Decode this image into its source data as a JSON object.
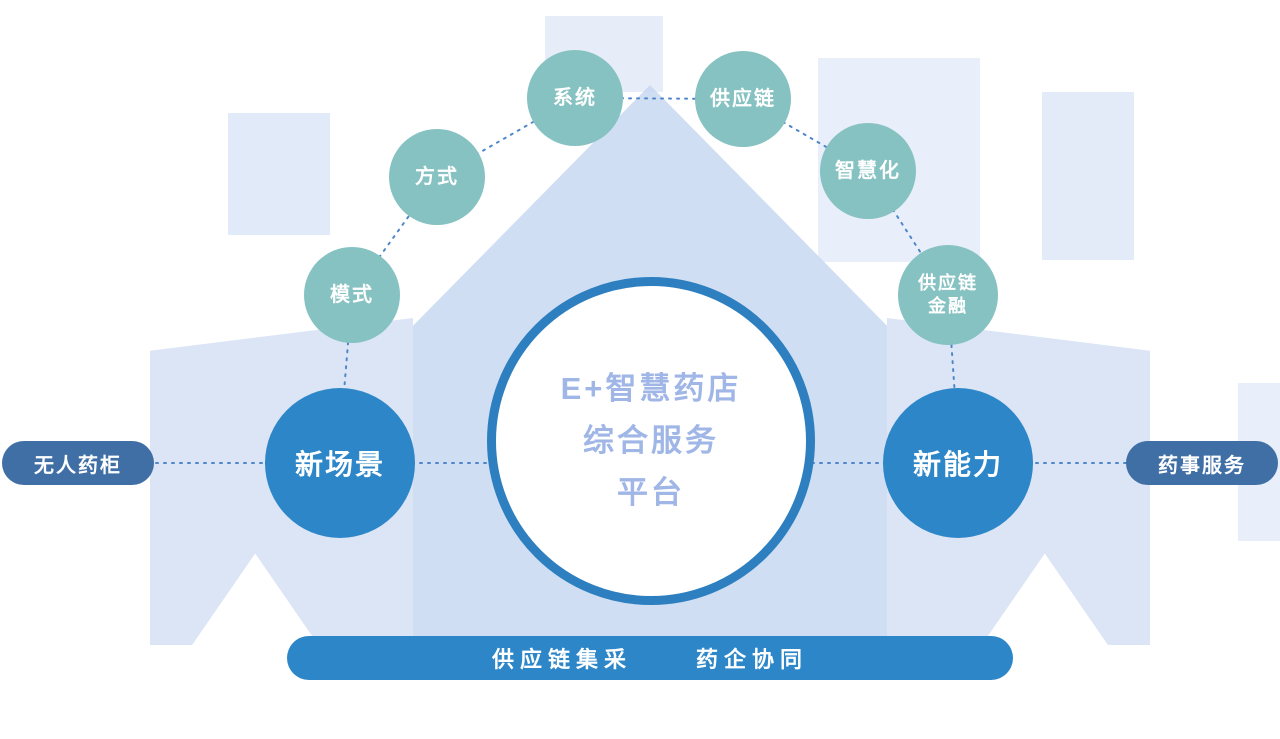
{
  "diagram": {
    "center_circle": {
      "line1": "E+智慧药店",
      "line2": "综合服务",
      "line3": "平台"
    },
    "left_circle": {
      "label": "新场景"
    },
    "right_circle": {
      "label": "新能力"
    },
    "left_pill": {
      "label": "无人药柜"
    },
    "right_pill": {
      "label": "药事服务"
    },
    "bottom_bar": {
      "item1": "供应链集采",
      "item2": "药企协同"
    },
    "arc_nodes": [
      {
        "lines": [
          "模式"
        ]
      },
      {
        "lines": [
          "方式"
        ]
      },
      {
        "lines": [
          "系统"
        ]
      },
      {
        "lines": [
          "供应链"
        ]
      },
      {
        "lines": [
          "智慧化"
        ]
      },
      {
        "lines": [
          "供应链",
          "金融"
        ]
      }
    ],
    "colors": {
      "primary_blue": "#2d86c8",
      "ring_blue": "#2d7fc0",
      "teal": "#86c2c1",
      "side_pill_blue": "#406fa6",
      "center_text": "#9fb6e6",
      "dashed_line": "#4f86c9",
      "background_tint": "#c9d6ef"
    }
  }
}
